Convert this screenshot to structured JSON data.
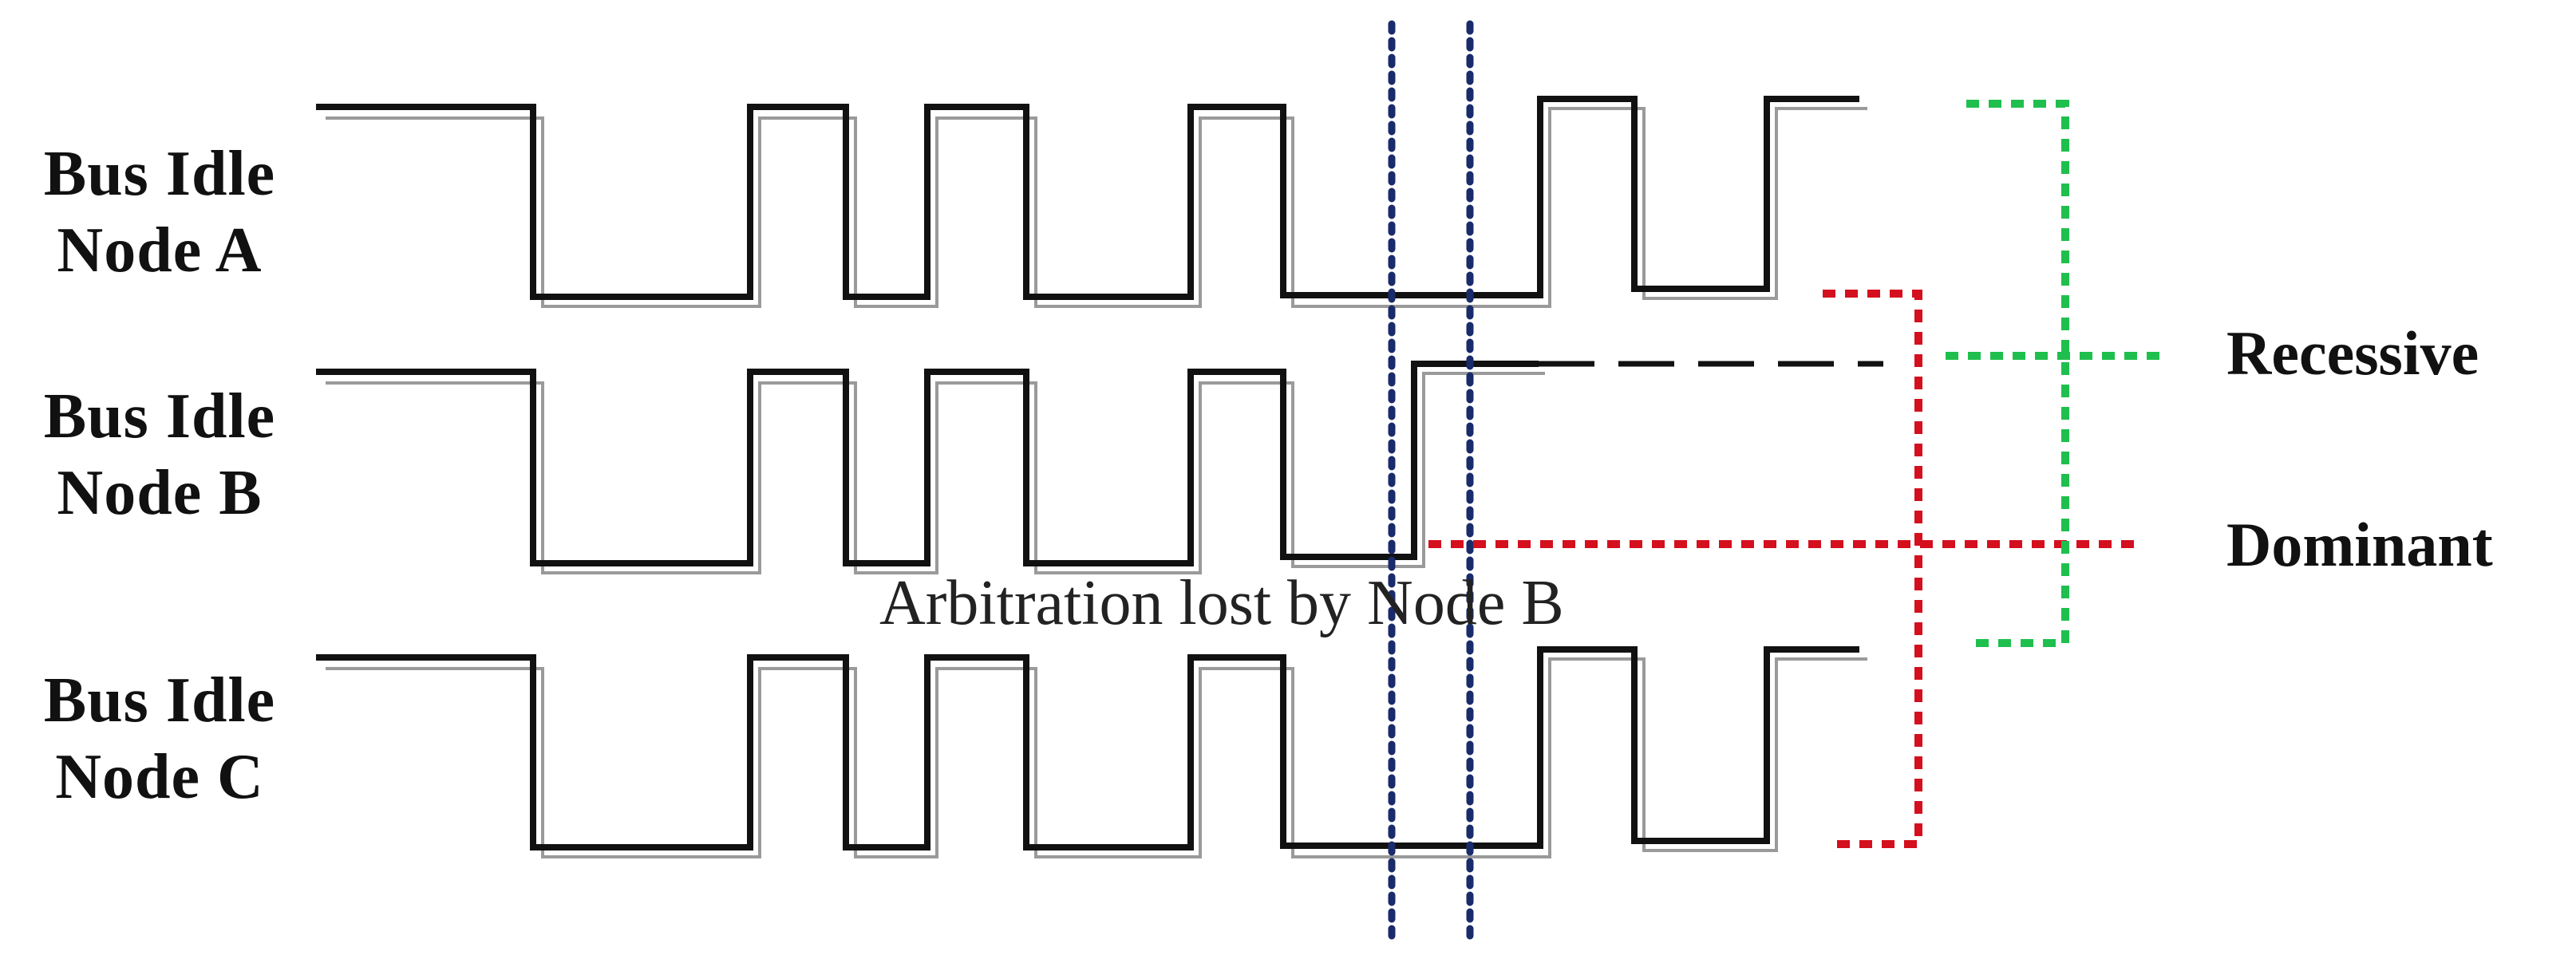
{
  "nodes": [
    {
      "id": "a",
      "line1": "Bus Idle",
      "line2": "Node A"
    },
    {
      "id": "b",
      "line1": "Bus Idle",
      "line2": "Node B"
    },
    {
      "id": "c",
      "line1": "Bus Idle",
      "line2": "Node C"
    }
  ],
  "levels": {
    "recessive": "Recessive",
    "dominant": "Dominant"
  },
  "annotation": {
    "arbitration": "Arbitration lost by Node B"
  },
  "colors": {
    "signal": "#111111",
    "time_marker": "#1a2b6b",
    "dominant_bracket": "#d40f1e",
    "recessive_bracket": "#1fbf4e"
  }
}
